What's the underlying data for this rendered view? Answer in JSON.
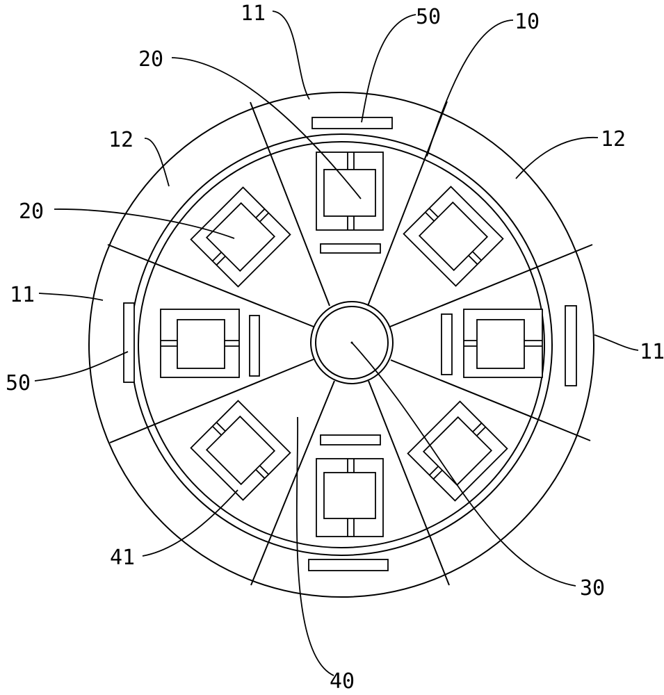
{
  "labels": {
    "l11_top": "11",
    "l50_top": "50",
    "l10": "10",
    "l20_top": "20",
    "l12_left": "12",
    "l12_right": "12",
    "l20_left": "20",
    "l11_left": "11",
    "l11_right": "11",
    "l50_left": "50",
    "l41": "41",
    "l30": "30",
    "l40": "40"
  },
  "colors": {
    "stroke": "#000000",
    "background": "#ffffff"
  }
}
